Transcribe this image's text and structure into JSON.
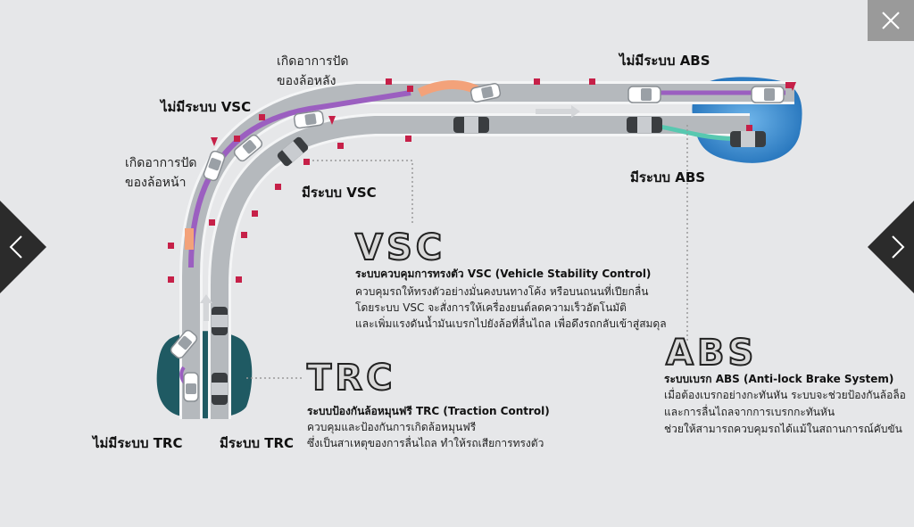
{
  "header": {
    "close_icon": "close-x-icon"
  },
  "nav": {
    "prev_icon": "chevron-left-icon",
    "next_icon": "chevron-right-icon"
  },
  "labels": {
    "no_vsc": "ไม่มีระบบ VSC",
    "has_vsc": "มีระบบ VSC",
    "no_abs": "ไม่มีระบบ ABS",
    "has_abs": "มีระบบ ABS",
    "no_trc": "ไม่มีระบบ TRC",
    "has_trc": "มีระบบ TRC",
    "rear_skid_1": "เกิดอาการปัด",
    "rear_skid_2": "ของล้อหลัง",
    "front_skid_1": "เกิดอาการปัด",
    "front_skid_2": "ของล้อหน้า"
  },
  "vsc": {
    "title": "VSC",
    "heading": "ระบบควบคุมการทรงตัว VSC (Vehicle Stability Control)",
    "lines": [
      "ควบคุมรถให้ทรงตัวอย่างมั่นคงบนทางโค้ง หรือบนถนนที่เปียกลื่น",
      "โดยระบบ VSC จะสั่งการให้เครื่องยนต์ลดความเร็วอัตโนมัติ",
      "และเพิ่มแรงดันน้ำมันเบรกไปยังล้อที่ลื่นไถล เพื่อดึงรถกลับเข้าสู่สมดุล"
    ]
  },
  "trc": {
    "title": "TRC",
    "heading": "ระบบป้องกันล้อหมุนฟรี TRC (Traction Control)",
    "lines": [
      "ควบคุมและป้องกันการเกิดล้อหมุนฟรี",
      "ซึ่งเป็นสาเหตุของการลื่นไถล ทำให้รถเสียการทรงตัว"
    ]
  },
  "abs": {
    "title": "ABS",
    "heading": "ระบบเบรก ABS (Anti-lock Brake System)",
    "lines": [
      "เมื่อต้องเบรกอย่างกะทันหัน ระบบจะช่วยป้องกันล้อล็อ",
      "และการลื่นไถลจากการเบรกกะทันหัน",
      "ช่วยให้สามารถควบคุมรถได้แม้ในสถานการณ์คับขัน"
    ]
  },
  "colors": {
    "background": "#e6e7e9",
    "road": "#b5b9bd",
    "road_edge": "#f4f5f6",
    "purple_path": "#9b5fc0",
    "orange_skid": "#f3a27a",
    "teal_path": "#58c8b0",
    "water": "#2f86cf",
    "marker": "#c62048",
    "close_bg": "#9a9a9a"
  }
}
